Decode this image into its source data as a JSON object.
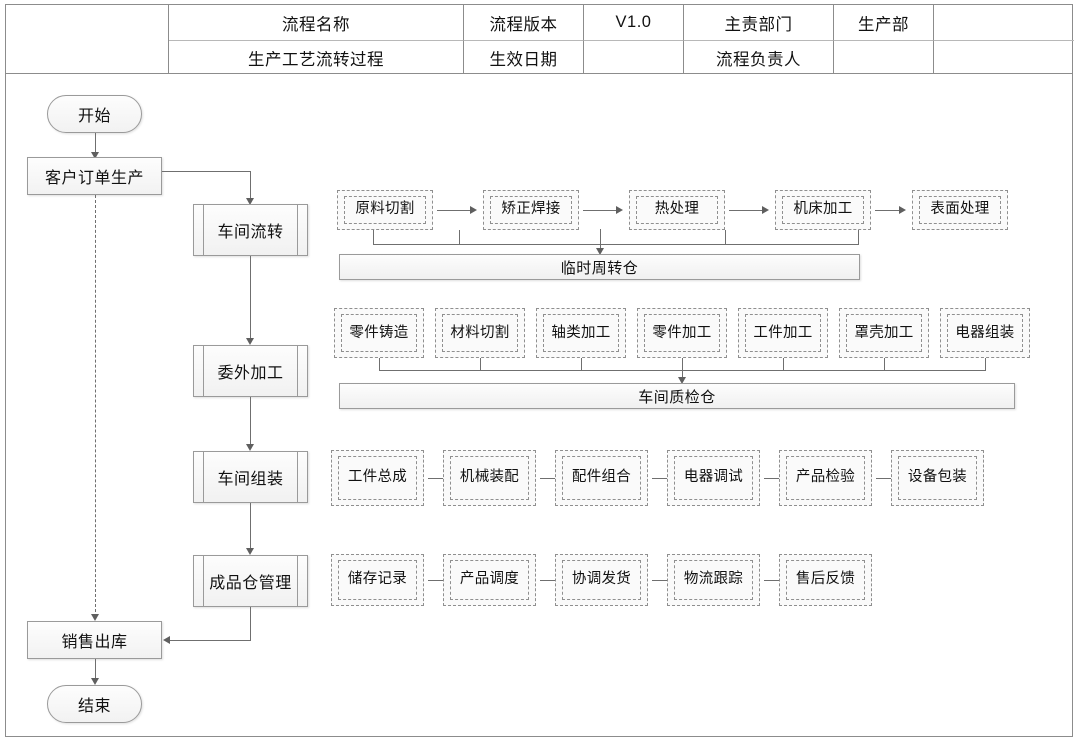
{
  "document": {
    "title": "生产工艺流转过程",
    "header_table": {
      "row1": [
        {
          "key": "blank_left",
          "text": ""
        },
        {
          "key": "label_name",
          "text": "流程名称"
        },
        {
          "key": "label_version",
          "text": "流程版本"
        },
        {
          "key": "value_version",
          "text": "V1.0"
        },
        {
          "key": "label_department",
          "text": "主责部门"
        },
        {
          "key": "value_department",
          "text": "生产部"
        },
        {
          "key": "blank_right",
          "text": ""
        }
      ],
      "row2": [
        {
          "key": "blank_left2",
          "text": ""
        },
        {
          "key": "value_name",
          "text": "生产工艺流转过程"
        },
        {
          "key": "label_effective_date",
          "text": "生效日期"
        },
        {
          "key": "value_effective_date",
          "text": ""
        },
        {
          "key": "label_owner",
          "text": "流程负责人"
        },
        {
          "key": "value_owner",
          "text": ""
        },
        {
          "key": "blank_right2",
          "text": ""
        }
      ]
    }
  },
  "flow": {
    "start": "开始",
    "order": "客户订单生产",
    "sales_out": "销售出库",
    "end": "结束",
    "stages": [
      {
        "id": "workshop-transfer",
        "label": "车间流转"
      },
      {
        "id": "outsourced-processing",
        "label": "委外加工"
      },
      {
        "id": "workshop-assembly",
        "label": "车间组装"
      },
      {
        "id": "finished-goods-warehouse",
        "label": "成品仓管理"
      }
    ]
  },
  "lanes": [
    {
      "id": "lane-workshop-transfer",
      "arrows_between": true,
      "tasks": [
        {
          "label": "原料切割"
        },
        {
          "label": "矫正焊接"
        },
        {
          "label": "热处理"
        },
        {
          "label": "机床加工"
        },
        {
          "label": "表面处理"
        }
      ],
      "warehouse": "临时周转仓"
    },
    {
      "id": "lane-outsourced-processing",
      "arrows_between": false,
      "tasks": [
        {
          "label": "零件铸造"
        },
        {
          "label": "材料切割"
        },
        {
          "label": "轴类加工"
        },
        {
          "label": "零件加工"
        },
        {
          "label": "工件加工"
        },
        {
          "label": "罩壳加工"
        },
        {
          "label": "电器组装"
        }
      ],
      "warehouse": "车间质检仓"
    },
    {
      "id": "lane-workshop-assembly",
      "arrows_between": true,
      "tasks": [
        {
          "label": "工件总成"
        },
        {
          "label": "机械装配"
        },
        {
          "label": "配件组合"
        },
        {
          "label": "电器调试"
        },
        {
          "label": "产品检验"
        },
        {
          "label": "设备包装"
        }
      ],
      "warehouse": null
    },
    {
      "id": "lane-finished-goods",
      "arrows_between": true,
      "tasks": [
        {
          "label": "储存记录"
        },
        {
          "label": "产品调度"
        },
        {
          "label": "协调发货"
        },
        {
          "label": "物流跟踪"
        },
        {
          "label": "售后反馈"
        }
      ],
      "warehouse": null
    }
  ],
  "colors": {
    "line": "#6f6f6f",
    "border": "#9a9a9a",
    "fill_top": "#fdfdfd",
    "fill_bottom": "#f1f1f1",
    "dashed_border": "#8f8f8f",
    "text": "#111111"
  }
}
